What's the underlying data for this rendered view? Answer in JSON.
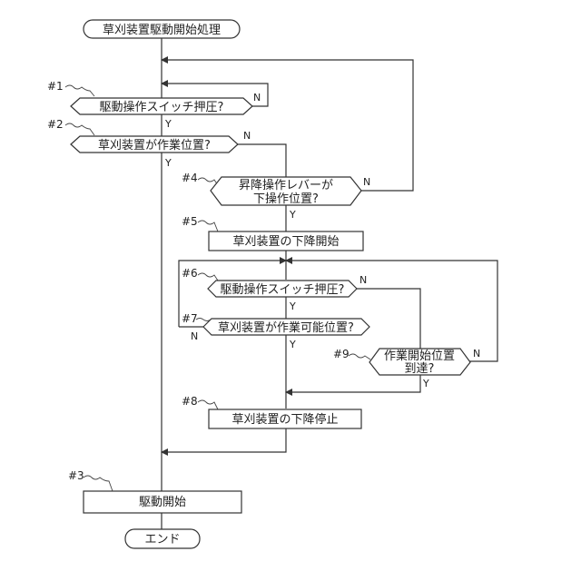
{
  "start": "草刈装置駆動開始処理",
  "end": "エンド",
  "decisions": {
    "d1": {
      "step": "#1",
      "text": "駆動操作スイッチ押圧?"
    },
    "d2": {
      "step": "#2",
      "text": "草刈装置が作業位置?"
    },
    "d4": {
      "step": "#4",
      "line1": "昇降操作レバーが",
      "line2": "下操作位置?"
    },
    "d6": {
      "step": "#6",
      "text": "駆動操作スイッチ押圧?"
    },
    "d7": {
      "step": "#7",
      "text": "草刈装置が作業可能位置?"
    },
    "d9": {
      "step": "#9",
      "line1": "作業開始位置",
      "line2": "到達?"
    }
  },
  "processes": {
    "p5": {
      "step": "#5",
      "text": "草刈装置の下降開始"
    },
    "p8": {
      "step": "#8",
      "text": "草刈装置の下降停止"
    },
    "p3": {
      "step": "#3",
      "text": "駆動開始"
    }
  },
  "branch_labels": {
    "yes": "Y",
    "no": "N"
  }
}
